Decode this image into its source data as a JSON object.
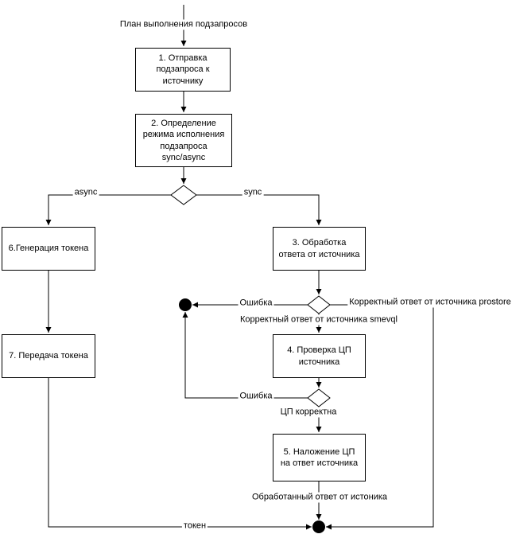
{
  "diagram": {
    "start_label": "План выполнения подзапросов",
    "nodes": {
      "step1": "1. Отправка подзапроса к источнику",
      "step2": "2. Определение режима исполнения подзапроса sync/async",
      "step3": "3. Обработка ответа от источника",
      "step4": "4. Проверка ЦП источника",
      "step5": "5. Наложение ЦП на ответ источника",
      "step6": "6.Генерация токена",
      "step7": "7. Передача токена"
    },
    "edges": {
      "async": "async",
      "sync": "sync",
      "error_from_step3": "Ошибка",
      "prostore": "Корректный ответ от источника prostore",
      "smevql": "Корректный ответ от источника smevql",
      "error_from_check": "Ошибка",
      "signature_ok": "ЦП корректна",
      "processed_response": "Обработанный ответ от истоника",
      "token": "токен"
    },
    "colors": {
      "line": "#000000",
      "node_border": "#000000",
      "node_fill": "#ffffff",
      "text": "#000000"
    }
  }
}
